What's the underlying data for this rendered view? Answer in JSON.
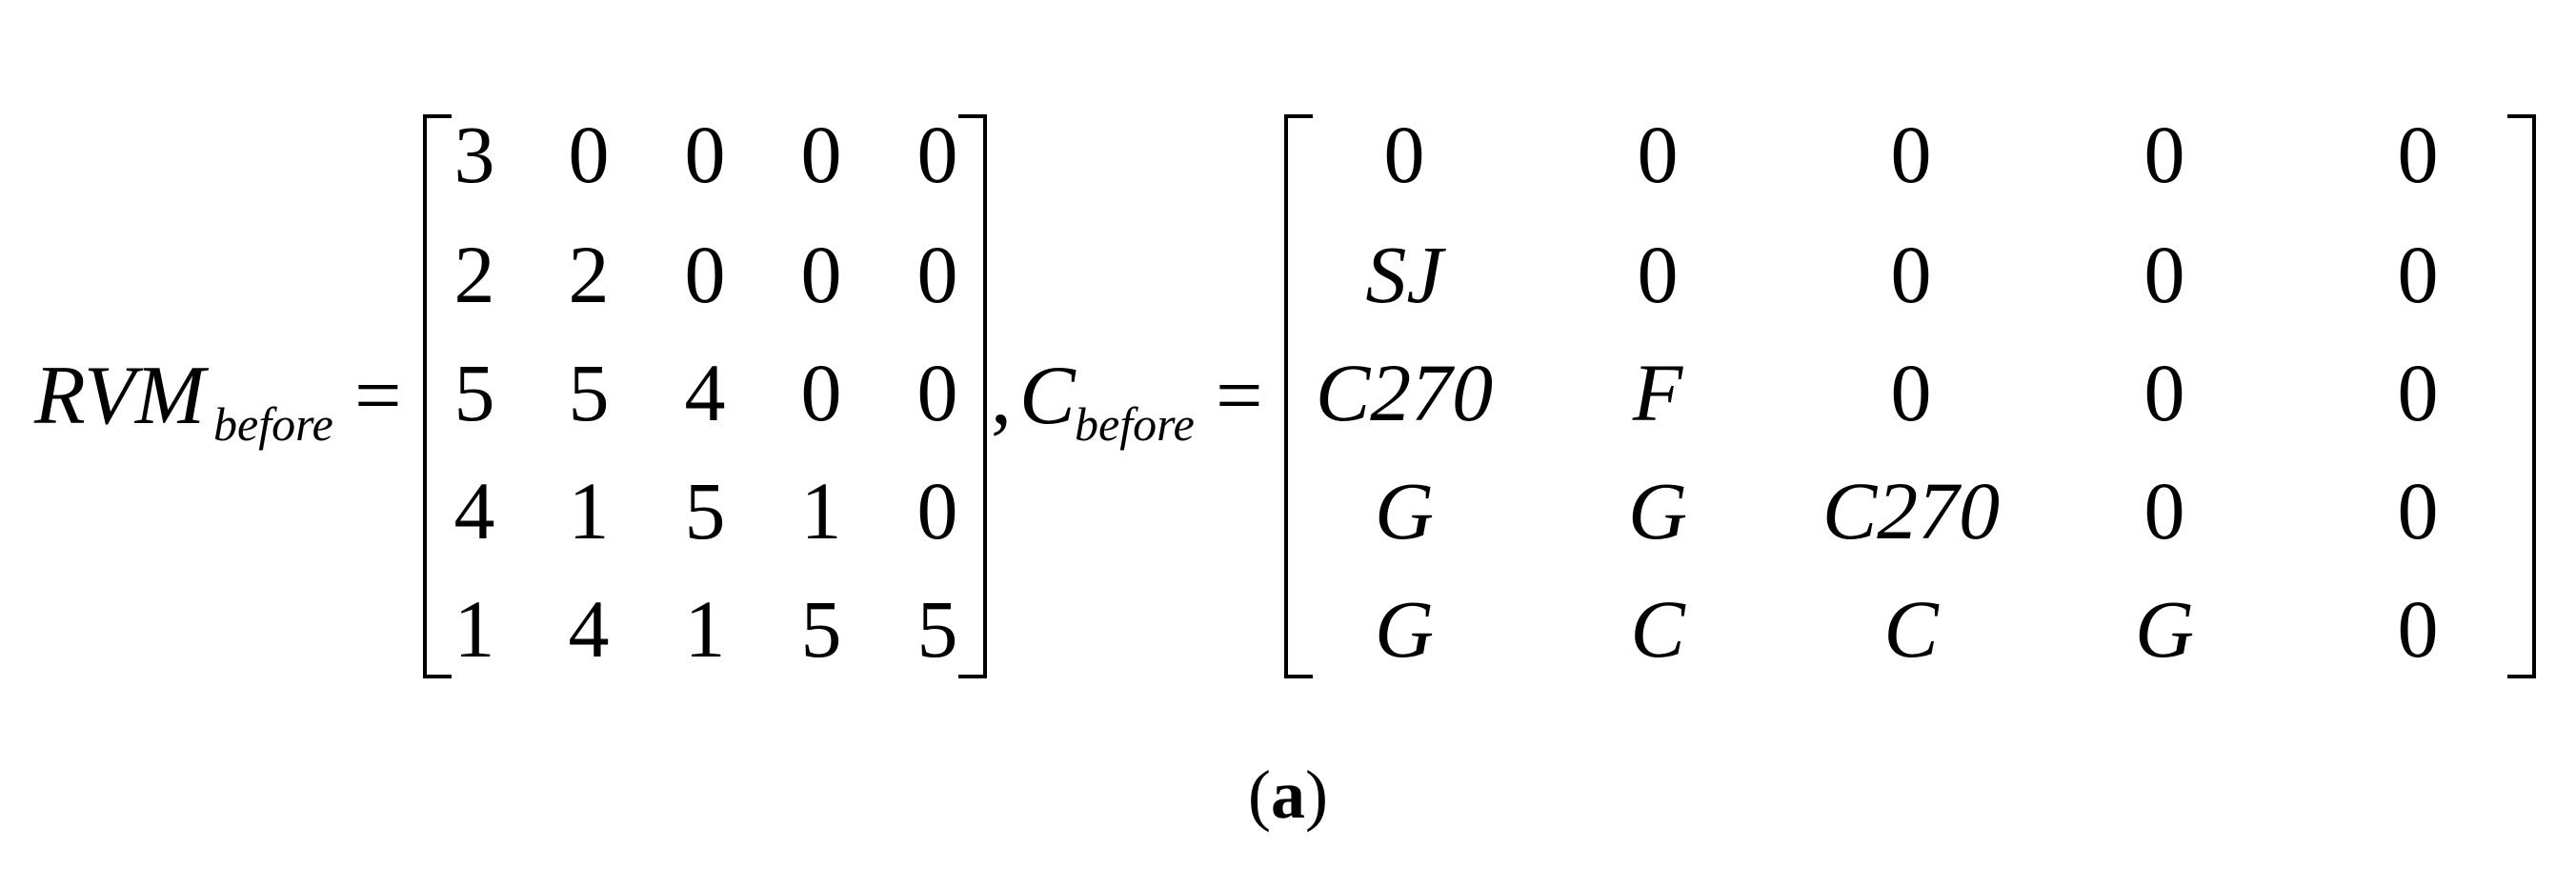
{
  "equation": {
    "lhs1_symbol": "RVM",
    "lhs1_subscript": "before",
    "equals": "=",
    "separator": ",",
    "lhs2_symbol": "C",
    "lhs2_subscript": "before",
    "matrix1": [
      [
        "3",
        "0",
        "0",
        "0",
        "0"
      ],
      [
        "2",
        "2",
        "0",
        "0",
        "0"
      ],
      [
        "5",
        "5",
        "4",
        "0",
        "0"
      ],
      [
        "4",
        "1",
        "5",
        "1",
        "0"
      ],
      [
        "1",
        "4",
        "1",
        "5",
        "5"
      ]
    ],
    "matrix2": [
      [
        "0",
        "0",
        "0",
        "0",
        "0"
      ],
      [
        "SJ",
        "0",
        "0",
        "0",
        "0"
      ],
      [
        "C270",
        "F",
        "0",
        "0",
        "0"
      ],
      [
        "G",
        "G",
        "C270",
        "0",
        "0"
      ],
      [
        "G",
        "C",
        "C",
        "G",
        "0"
      ]
    ]
  },
  "caption": {
    "open": "(",
    "label": "a",
    "close": ")"
  }
}
